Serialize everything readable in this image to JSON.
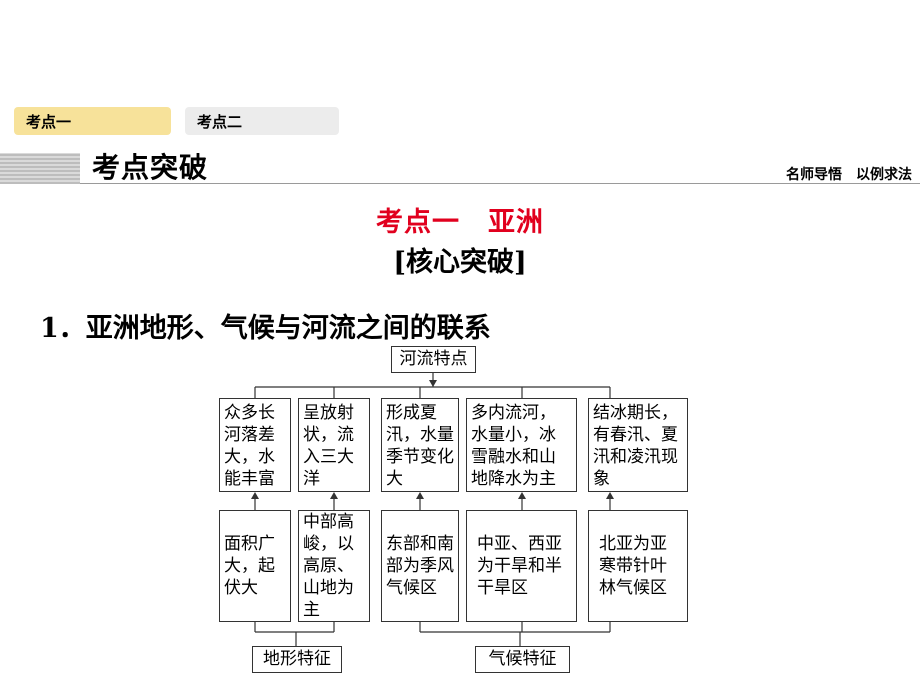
{
  "tabs": [
    {
      "label": "考点一"
    },
    {
      "label": "考点二"
    }
  ],
  "section_title": "考点突破",
  "right_note": "名师导悟　以例求法",
  "main_title": "考点一　亚洲",
  "sub_title": "[核心突破]",
  "heading": "1．亚洲地形、气候与河流之间的联系",
  "diagram": {
    "top_label": "河流特点",
    "river_boxes": [
      "众多长河落差大，水能丰富",
      "呈放射状，流入三大洋",
      "形成夏汛，水量季节变化大",
      "多内流河，水量小，冰雪融水和山地降水为主",
      "结冰期长，有春汛、夏汛和凌汛现象"
    ],
    "cause_boxes": [
      "面积广大，起伏大",
      "中部高峻，以高原、山地为主",
      "东部和南部为季风气候区",
      "中亚、西亚为干旱和半干旱区",
      "北亚为亚寒带针叶林气候区"
    ],
    "bottom_labels": [
      "地形特征",
      "气候特征"
    ]
  }
}
